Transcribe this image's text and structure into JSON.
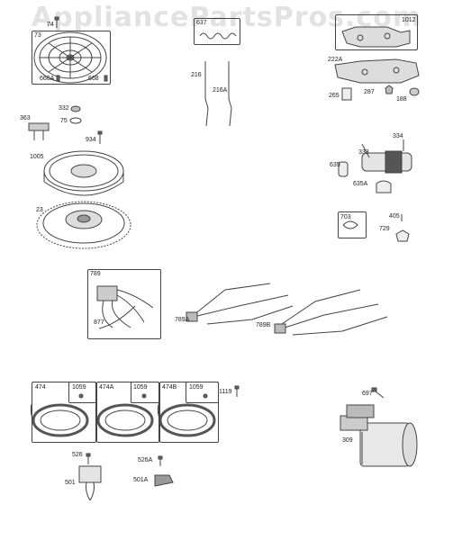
{
  "watermark": "AppliancePartsPros.com",
  "parts": {
    "p74": "74",
    "p73": "73",
    "p668a": "668A",
    "p668": "668",
    "p637": "637",
    "p216": "216",
    "p216a": "216A",
    "p1012": "1012",
    "p222a": "222A",
    "p265": "265",
    "p287": "287",
    "p188": "188",
    "p363": "363",
    "p332": "332",
    "p75": "75",
    "p934": "934",
    "p1005": "1005",
    "p23": "23",
    "p334": "334",
    "p333": "333",
    "p635": "635",
    "p635a": "635A",
    "p703": "703",
    "p405": "405",
    "p729": "729",
    "p789": "789",
    "p877": "877",
    "p789a": "789A",
    "p789b": "789B",
    "p474": "474",
    "p1059a": "1059",
    "p474a": "474A",
    "p1059b": "1059",
    "p474b": "474B",
    "p1059c": "1059",
    "p1119": "1119",
    "p697": "697",
    "p309": "309",
    "p526": "526",
    "p501": "501",
    "p526a": "526A",
    "p501a": "501A"
  }
}
